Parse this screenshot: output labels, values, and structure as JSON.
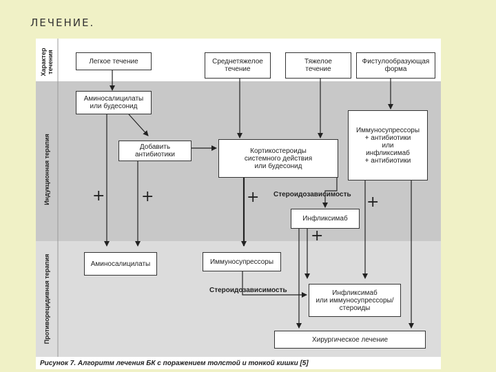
{
  "slide": {
    "title": "ЛЕЧЕНИЕ."
  },
  "bands": {
    "character": "Характер\nтечения",
    "induction": "Индукционная терапия",
    "maintenance": "Противорецидивная терапия"
  },
  "nodes": {
    "mild_course": "Легкое течение",
    "moderate_course": "Среднетяжелое\nтечение",
    "severe_course": "Тяжелое\nтечение",
    "fistulizing": "Фистулообразующая\nформа",
    "aminosalicylates_or_budesonide": "Аминосалицилаты\nили будесонид",
    "add_antibiotics": "Добавить\nантибиотики",
    "corticosteroids": "Кортикостероиды\nсистемного действия\nили будесонид",
    "immuno_antibiotics": "Иммуносупрессоры\n+ антибиотики\nили\nинфликсимаб\n+ антибиотики",
    "infliximab": "Инфликсимаб",
    "aminosalicylates": "Аминосалицилаты",
    "immunosuppressors": "Иммуносупрессоры",
    "infliximab_or_immuno": "Инфликсимаб\nили иммуносупрессоры/\nстероиды",
    "surgery": "Хирургическое лечение"
  },
  "labels": {
    "steroid_dependence_1": "Стероидозависимость",
    "steroid_dependence_2": "Стероидозависимость",
    "plus": "+"
  },
  "caption": "Рисунок 7. Алгоритм лечения БК с поражением толстой и тонкой кишки [5]",
  "colors": {
    "background": "#f0f1c6",
    "band_gray": "#c8c8c8",
    "band_light": "#dcdcdc",
    "line": "#222222"
  }
}
